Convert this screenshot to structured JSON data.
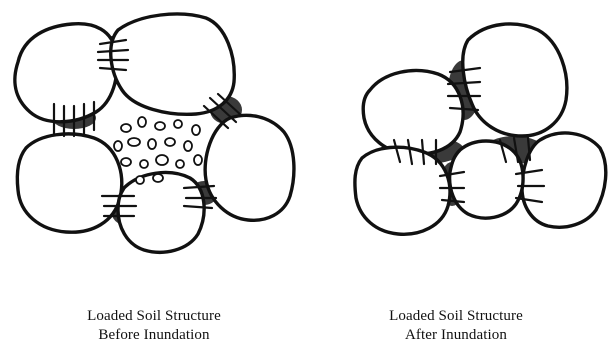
{
  "figure": {
    "panels": [
      {
        "caption_line1": "Loaded Soil Structure",
        "caption_line2": "Before Inundation"
      },
      {
        "caption_line1": "Loaded Soil Structure",
        "caption_line2": "After Inundation"
      }
    ]
  }
}
